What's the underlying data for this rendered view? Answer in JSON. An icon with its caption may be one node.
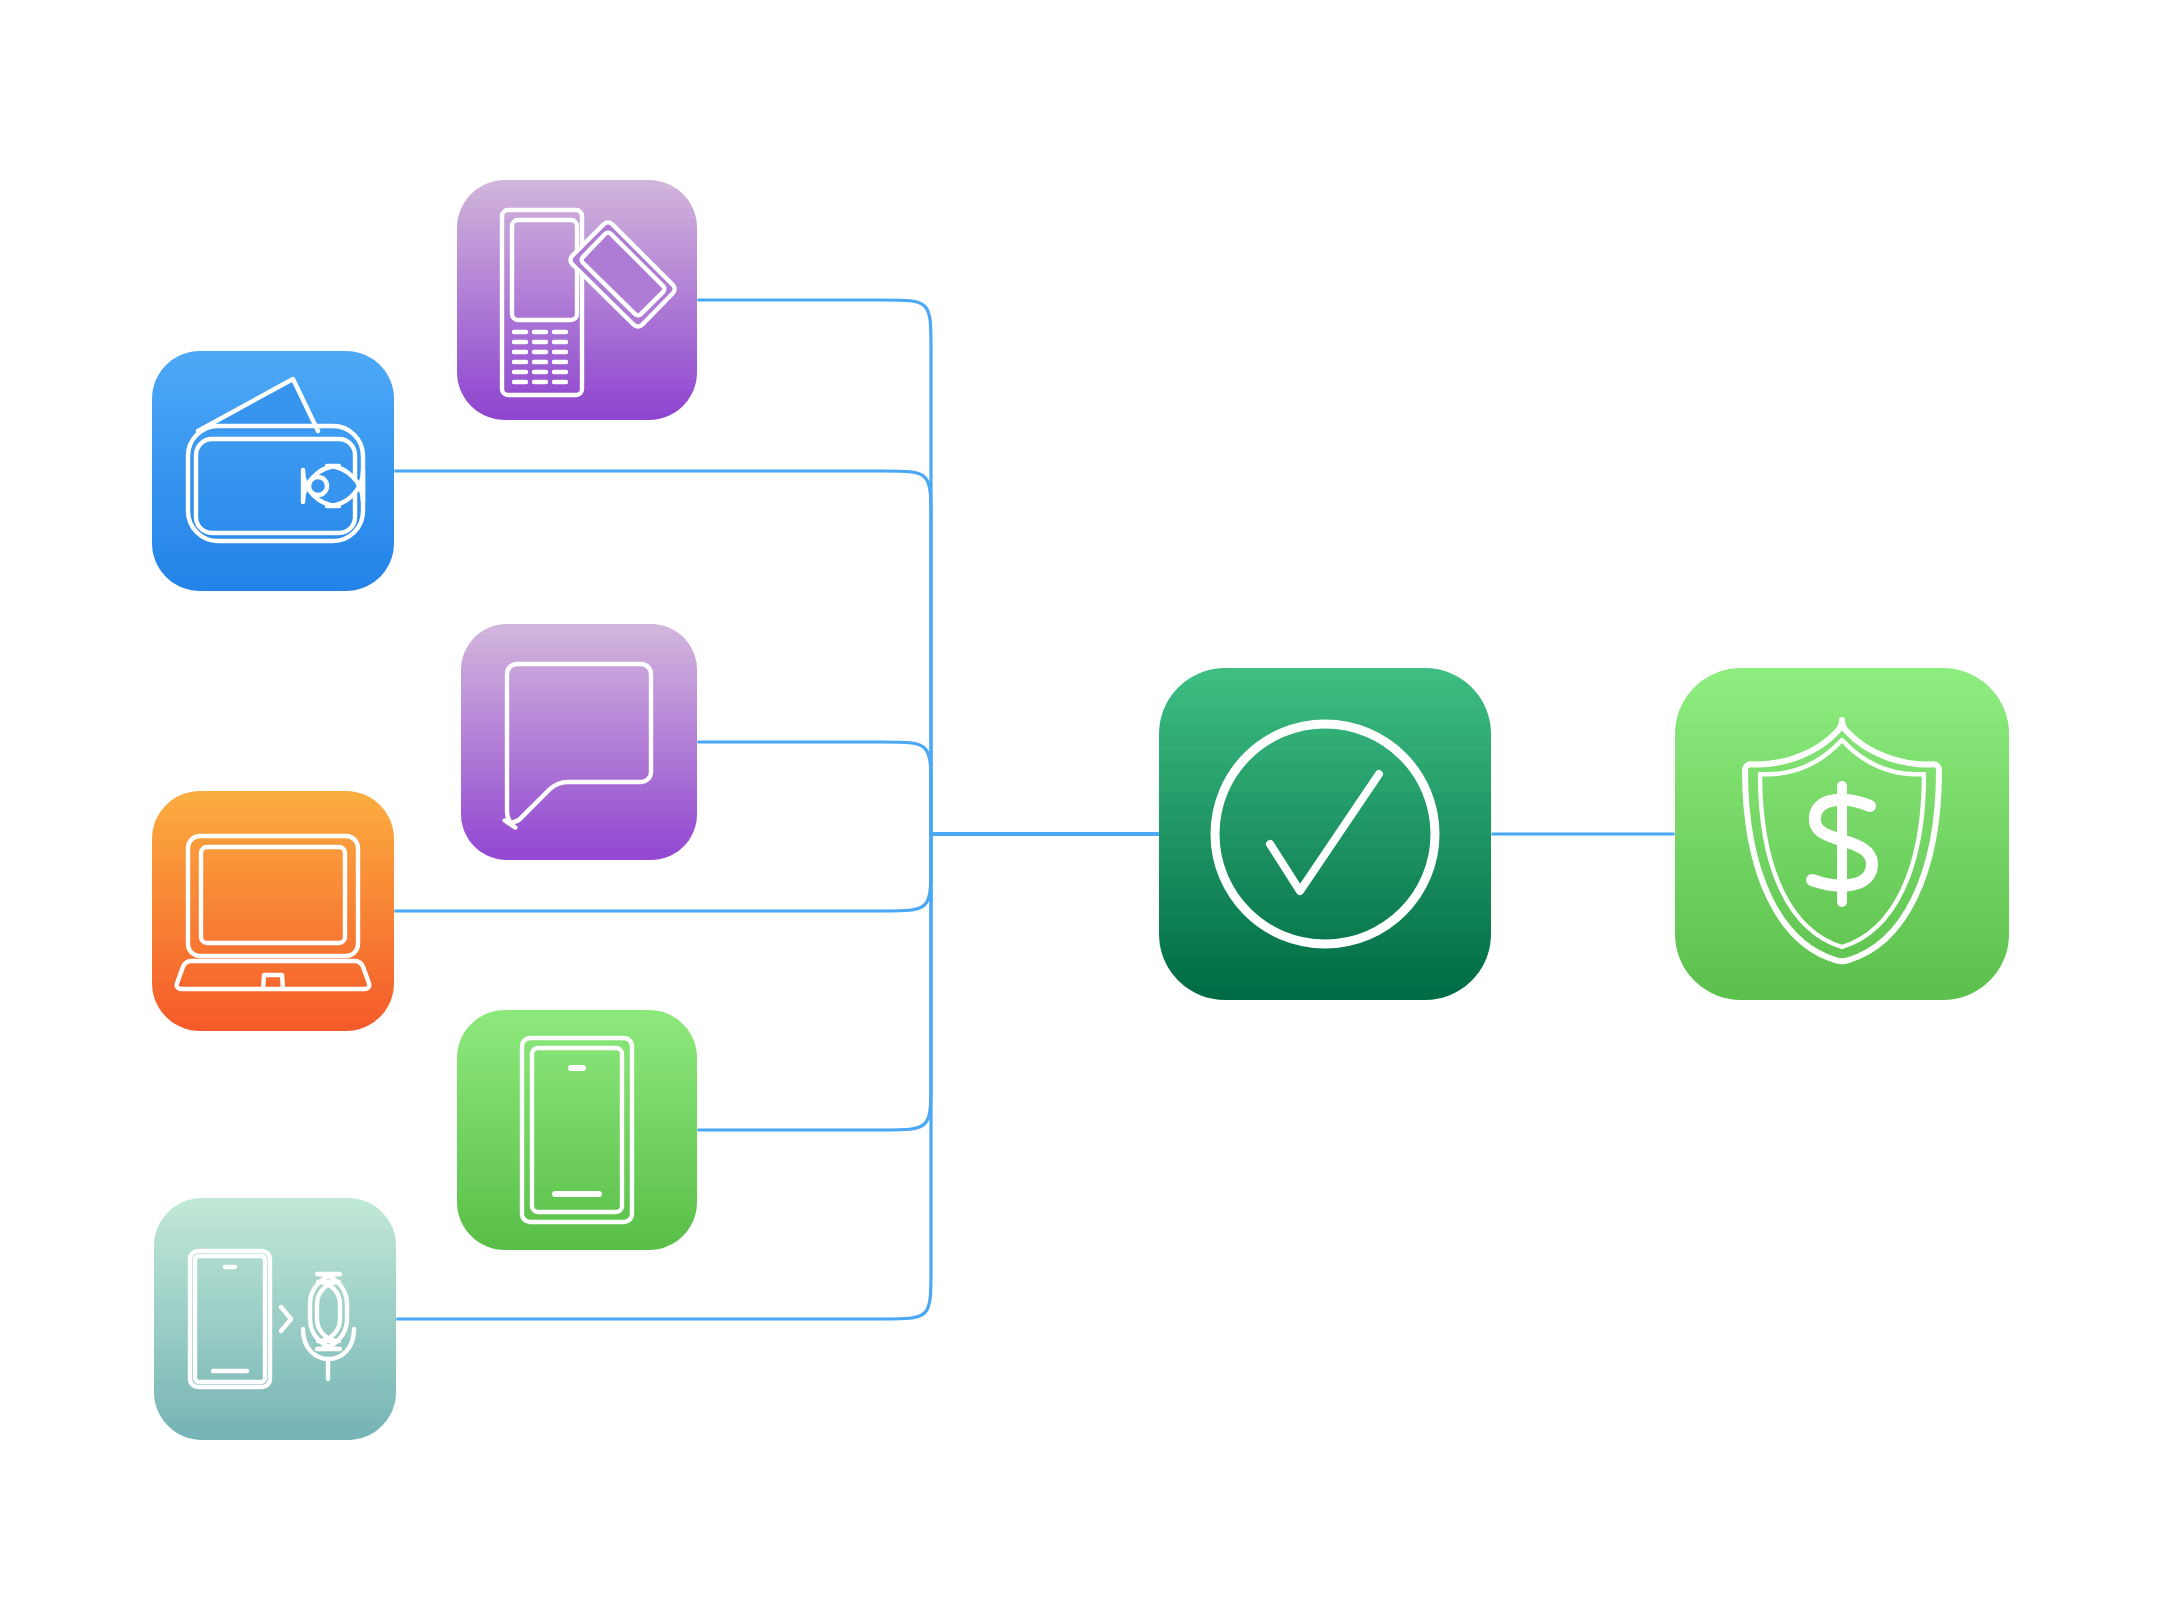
{
  "diagram": {
    "nodes": [
      {
        "text": [],
        "shape": "box"
      },
      {
        "text": [],
        "shape": "box"
      },
      {
        "text": [],
        "shape": "box"
      },
      {
        "text": [],
        "shape": "box"
      },
      {
        "text": [],
        "shape": "box"
      },
      {
        "text": [],
        "shape": "box"
      },
      {
        "text": [],
        "shape": "box"
      },
      {
        "text": [],
        "shape": "box"
      }
    ],
    "edges": [
      {
        "from": 0,
        "to": 6,
        "arrow": "none"
      },
      {
        "from": 1,
        "to": 6,
        "arrow": "none"
      },
      {
        "from": 2,
        "to": 6,
        "arrow": "none"
      },
      {
        "from": 3,
        "to": 6,
        "arrow": "none"
      },
      {
        "from": 4,
        "to": 6,
        "arrow": "none"
      },
      {
        "from": 5,
        "to": 6,
        "arrow": "none"
      },
      {
        "from": 6,
        "to": 7,
        "arrow": "none"
      }
    ]
  }
}
